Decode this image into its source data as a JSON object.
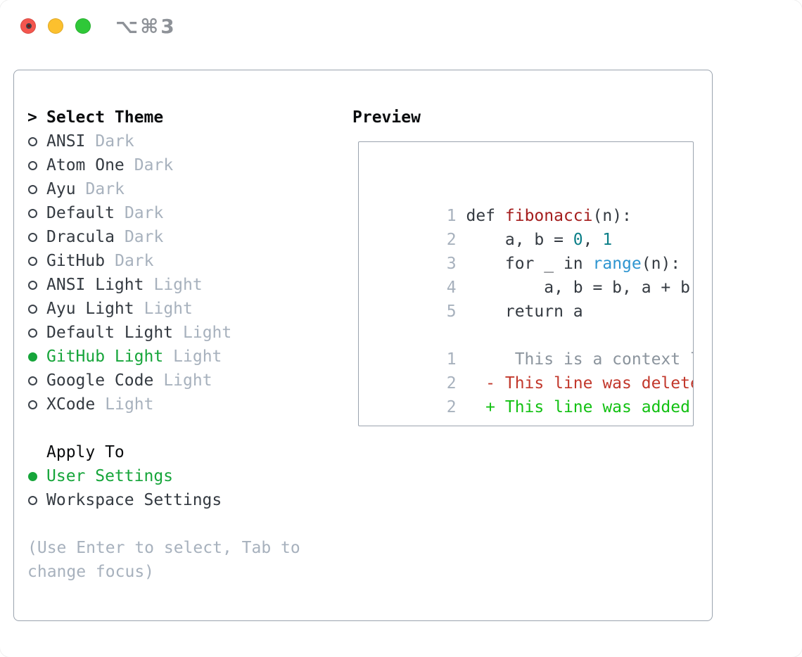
{
  "window": {
    "title": "⌥⌘3"
  },
  "colors": {
    "selection_green": "#16a53a",
    "added_green": "#13c113",
    "deleted_red": "#c2382c",
    "function_red": "#a41d1d",
    "number_teal": "#0c7f88",
    "builtin_blue": "#2d95d0",
    "context_gray": "#8b949d",
    "border_gray": "#9aa3ae"
  },
  "theme_panel": {
    "cursor": ">",
    "header": "Select Theme",
    "themes": [
      {
        "name": "ANSI",
        "variant": "Dark",
        "selected": false
      },
      {
        "name": "Atom One",
        "variant": "Dark",
        "selected": false
      },
      {
        "name": "Ayu",
        "variant": "Dark",
        "selected": false
      },
      {
        "name": "Default",
        "variant": "Dark",
        "selected": false
      },
      {
        "name": "Dracula",
        "variant": "Dark",
        "selected": false
      },
      {
        "name": "GitHub",
        "variant": "Dark",
        "selected": false
      },
      {
        "name": "ANSI Light",
        "variant": "Light",
        "selected": false
      },
      {
        "name": "Ayu Light",
        "variant": "Light",
        "selected": false
      },
      {
        "name": "Default Light",
        "variant": "Light",
        "selected": false
      },
      {
        "name": "GitHub Light",
        "variant": "Light",
        "selected": true
      },
      {
        "name": "Google Code",
        "variant": "Light",
        "selected": false
      },
      {
        "name": "XCode",
        "variant": "Light",
        "selected": false
      }
    ],
    "apply_to": {
      "header": "Apply To",
      "options": [
        {
          "label": "User Settings",
          "selected": true
        },
        {
          "label": "Workspace Settings",
          "selected": false
        }
      ]
    },
    "hint": "(Use Enter to select, Tab to change focus)"
  },
  "preview": {
    "header": "Preview",
    "code_lines": [
      {
        "num": "1",
        "segments": [
          {
            "text": " def ",
            "type": "plain"
          },
          {
            "text": "fibonacci",
            "type": "function"
          },
          {
            "text": "(n):",
            "type": "plain"
          }
        ]
      },
      {
        "num": "2",
        "segments": [
          {
            "text": "     a, b = ",
            "type": "plain"
          },
          {
            "text": "0",
            "type": "number"
          },
          {
            "text": ", ",
            "type": "plain"
          },
          {
            "text": "1",
            "type": "number"
          }
        ]
      },
      {
        "num": "3",
        "segments": [
          {
            "text": "     for _ in ",
            "type": "plain"
          },
          {
            "text": "range",
            "type": "builtin"
          },
          {
            "text": "(n):",
            "type": "plain"
          }
        ]
      },
      {
        "num": "4",
        "segments": [
          {
            "text": "         a, b = b, a + b",
            "type": "plain"
          }
        ]
      },
      {
        "num": "5",
        "segments": [
          {
            "text": "     return a",
            "type": "plain"
          }
        ]
      }
    ],
    "diff_lines": [
      {
        "num": "1",
        "text": "      This is a context line.",
        "type": "context"
      },
      {
        "num": "2",
        "text": "   - This line was deleted.",
        "type": "deleted"
      },
      {
        "num": "2",
        "text": "   + This line was added.",
        "type": "added"
      }
    ]
  }
}
